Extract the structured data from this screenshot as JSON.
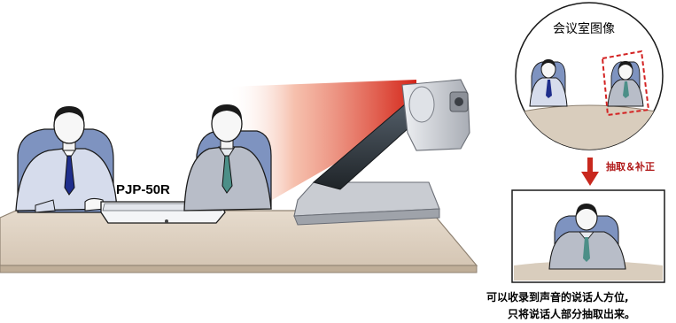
{
  "device": {
    "label": "PJP-50R"
  },
  "inset": {
    "title": "会议室图像"
  },
  "arrow": {
    "label": "抽取＆补正"
  },
  "caption": {
    "line1": "可以收录到声音的说话人方位,",
    "line2": "只将说话人部分抽取出来。"
  },
  "colors": {
    "beam": "#d42418",
    "beam_fade": "#ffffff",
    "arrow": "#c8281e",
    "selection_box": "#d32222",
    "table_top": "#e2d6c8",
    "table_front": "#c9b8a4",
    "outline": "#1a1a1a",
    "chair": "#7e93c0",
    "shirt": "#d6dcec",
    "jacket": "#b8bdc8",
    "tie_left": "#1f2e8c",
    "tie_right": "#4c8f88",
    "arm": "#3a3f46",
    "base": "#c9ccd2"
  },
  "icons": [
    "speaker-person-icon",
    "listener-person-icon",
    "document-camera-icon",
    "microphone-device-icon"
  ]
}
